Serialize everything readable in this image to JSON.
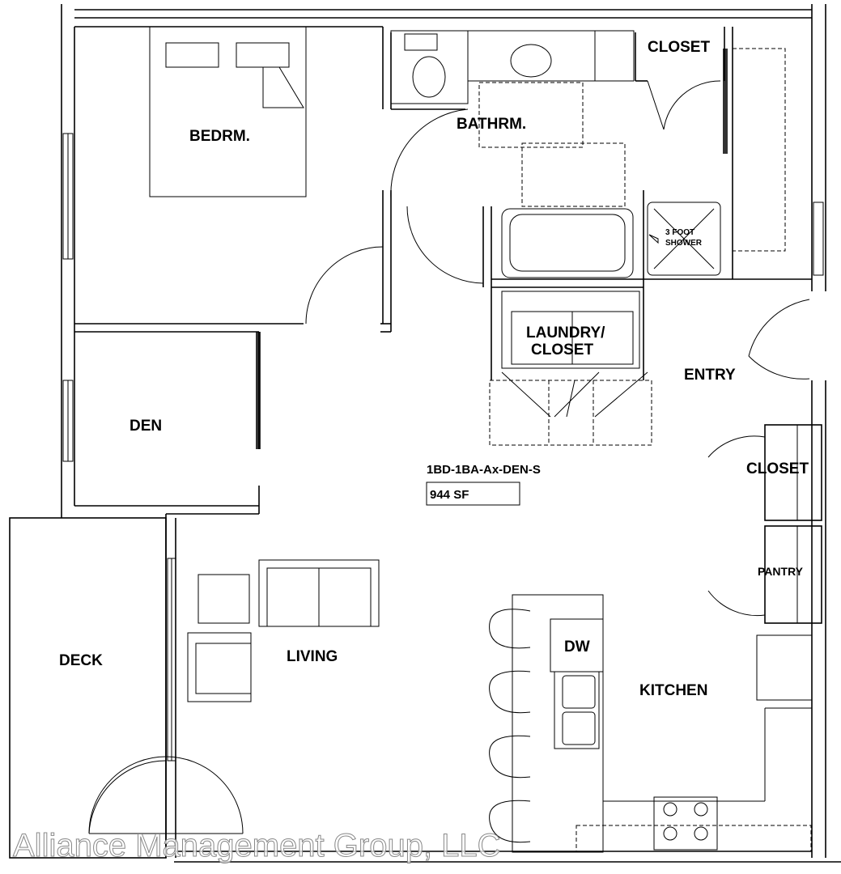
{
  "plan": {
    "unit_code": "1BD-1BA-Ax-DEN-S",
    "area": "944 SF",
    "rooms": {
      "bedroom": "BEDRM.",
      "bathroom": "BATHRM.",
      "closet_bath": "CLOSET",
      "shower_line1": "3 FOOT",
      "shower_line2": "SHOWER",
      "laundry_line1": "LAUNDRY/",
      "laundry_line2": "CLOSET",
      "entry": "ENTRY",
      "den": "DEN",
      "closet_entry": "CLOSET",
      "pantry": "PANTRY",
      "dishwasher": "DW",
      "kitchen": "KITCHEN",
      "living": "LIVING",
      "deck": "DECK"
    }
  },
  "watermark": "Alliance Management Group, LLC"
}
